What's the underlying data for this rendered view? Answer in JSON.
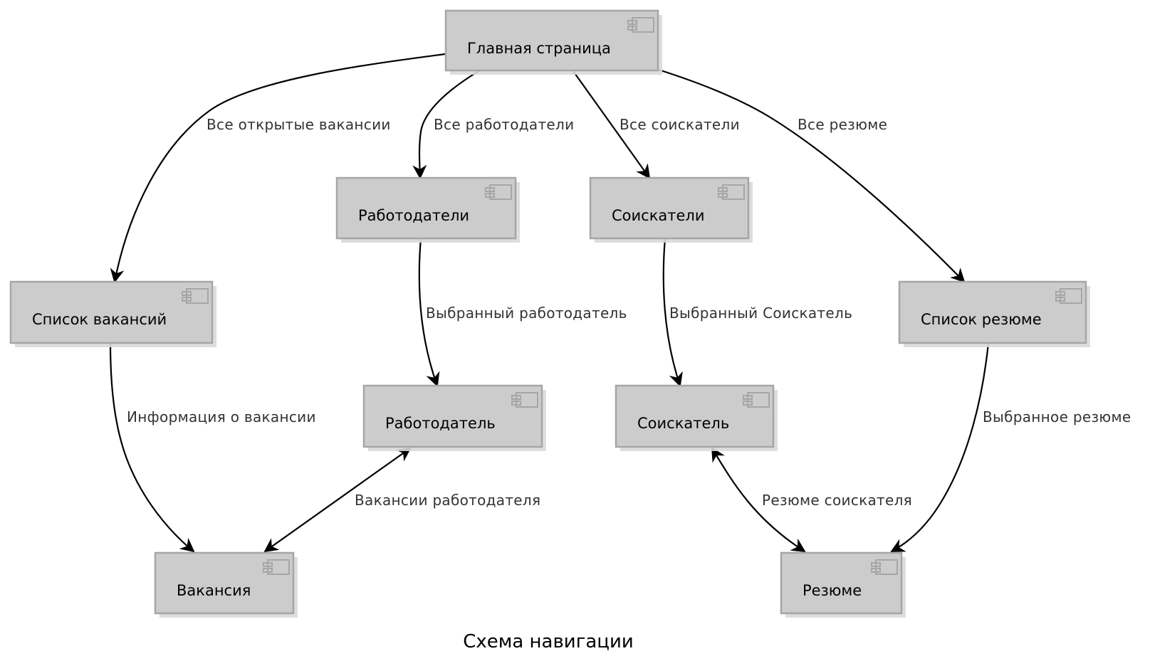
{
  "diagram": {
    "caption": "Схема навигации",
    "nodes": [
      {
        "id": "main",
        "label": "Главная страница"
      },
      {
        "id": "vacancy_list",
        "label": "Список вакансий"
      },
      {
        "id": "employers",
        "label": "Работодатели"
      },
      {
        "id": "seekers",
        "label": "Соискатели"
      },
      {
        "id": "resume_list",
        "label": "Список резюме"
      },
      {
        "id": "employer",
        "label": "Работодатель"
      },
      {
        "id": "seeker",
        "label": "Соискатель"
      },
      {
        "id": "vacancy",
        "label": "Вакансия"
      },
      {
        "id": "resume",
        "label": "Резюме"
      }
    ],
    "edges": [
      {
        "from": "main",
        "to": "vacancy_list",
        "label": "Все открытые вакансии",
        "bidirectional": false
      },
      {
        "from": "main",
        "to": "employers",
        "label": "Все работодатели",
        "bidirectional": false
      },
      {
        "from": "main",
        "to": "seekers",
        "label": "Все соискатели",
        "bidirectional": false
      },
      {
        "from": "main",
        "to": "resume_list",
        "label": "Все резюме",
        "bidirectional": false
      },
      {
        "from": "employers",
        "to": "employer",
        "label": "Выбранный работодатель",
        "bidirectional": false
      },
      {
        "from": "seekers",
        "to": "seeker",
        "label": "Выбранный Соискатель",
        "bidirectional": false
      },
      {
        "from": "vacancy_list",
        "to": "vacancy",
        "label": "Информация о вакансии",
        "bidirectional": false
      },
      {
        "from": "employer",
        "to": "vacancy",
        "label": "Вакансии работодателя",
        "bidirectional": true
      },
      {
        "from": "seeker",
        "to": "resume",
        "label": "Резюме соискателя",
        "bidirectional": true
      },
      {
        "from": "resume_list",
        "to": "resume",
        "label": "Выбранное резюме",
        "bidirectional": false
      }
    ]
  }
}
